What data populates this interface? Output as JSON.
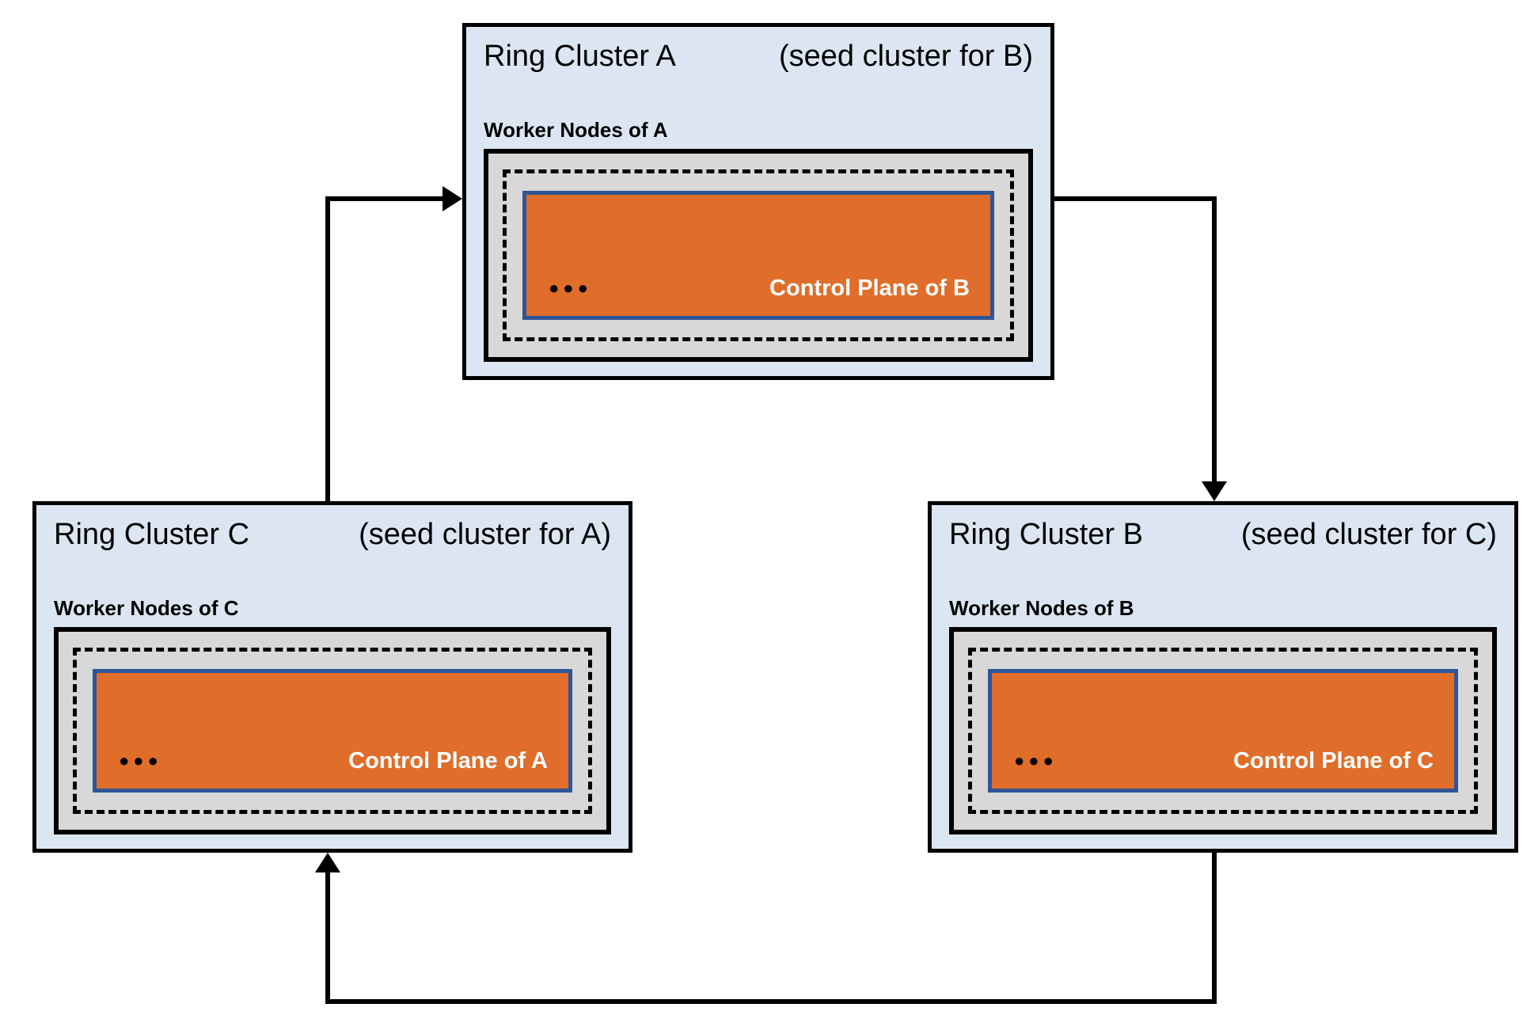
{
  "diagram": {
    "colors": {
      "page_bg": "#ffffff",
      "cluster_fill": "#dce6f2",
      "worker_fill": "#d8d8d8",
      "control_fill": "#e06d2a",
      "control_border": "#2f5597",
      "control_text": "#ffffff",
      "line_color": "#000000",
      "arrow_color": "#000000"
    },
    "clusters": [
      {
        "id": "A",
        "title": "Ring Cluster A",
        "subtitle": "(seed cluster for B)",
        "worker_label": "Worker Nodes of A",
        "control_label": "Control Plane of B",
        "dots": "●●●"
      },
      {
        "id": "C",
        "title": "Ring Cluster C",
        "subtitle": "(seed cluster for A)",
        "worker_label": "Worker Nodes of C",
        "control_label": "Control Plane of A",
        "dots": "●●●"
      },
      {
        "id": "B",
        "title": "Ring Cluster B",
        "subtitle": "(seed cluster for C)",
        "worker_label": "Worker Nodes of B",
        "control_label": "Control Plane of C",
        "dots": "●●●"
      }
    ],
    "connections": [
      {
        "from": "C",
        "to": "A"
      },
      {
        "from": "A",
        "to": "B"
      },
      {
        "from": "B",
        "to": "C"
      }
    ]
  }
}
